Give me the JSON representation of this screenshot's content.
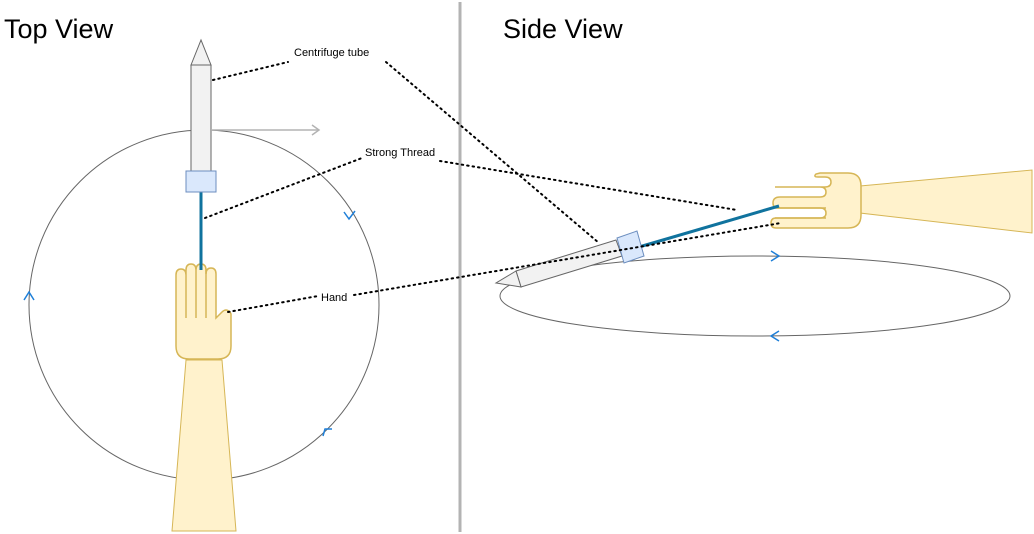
{
  "panels": {
    "top_view_title": "Top View",
    "side_view_title": "Side View"
  },
  "labels": {
    "centrifuge_tube": "Centrifuge tube",
    "strong_thread": "Strong Thread",
    "hand": "Hand"
  },
  "colors": {
    "thread": "#10739e",
    "arrow": "#1e7fd8",
    "hand_fill": "#fff2cc",
    "hand_stroke": "#d6b656",
    "tube_fill": "#f2f2f2",
    "tube_stroke": "#666666",
    "cap_fill": "#dae8fc",
    "cap_stroke": "#6c8ebf",
    "divider": "#b3b3b3",
    "motion_arrow": "#b3b3b3"
  }
}
